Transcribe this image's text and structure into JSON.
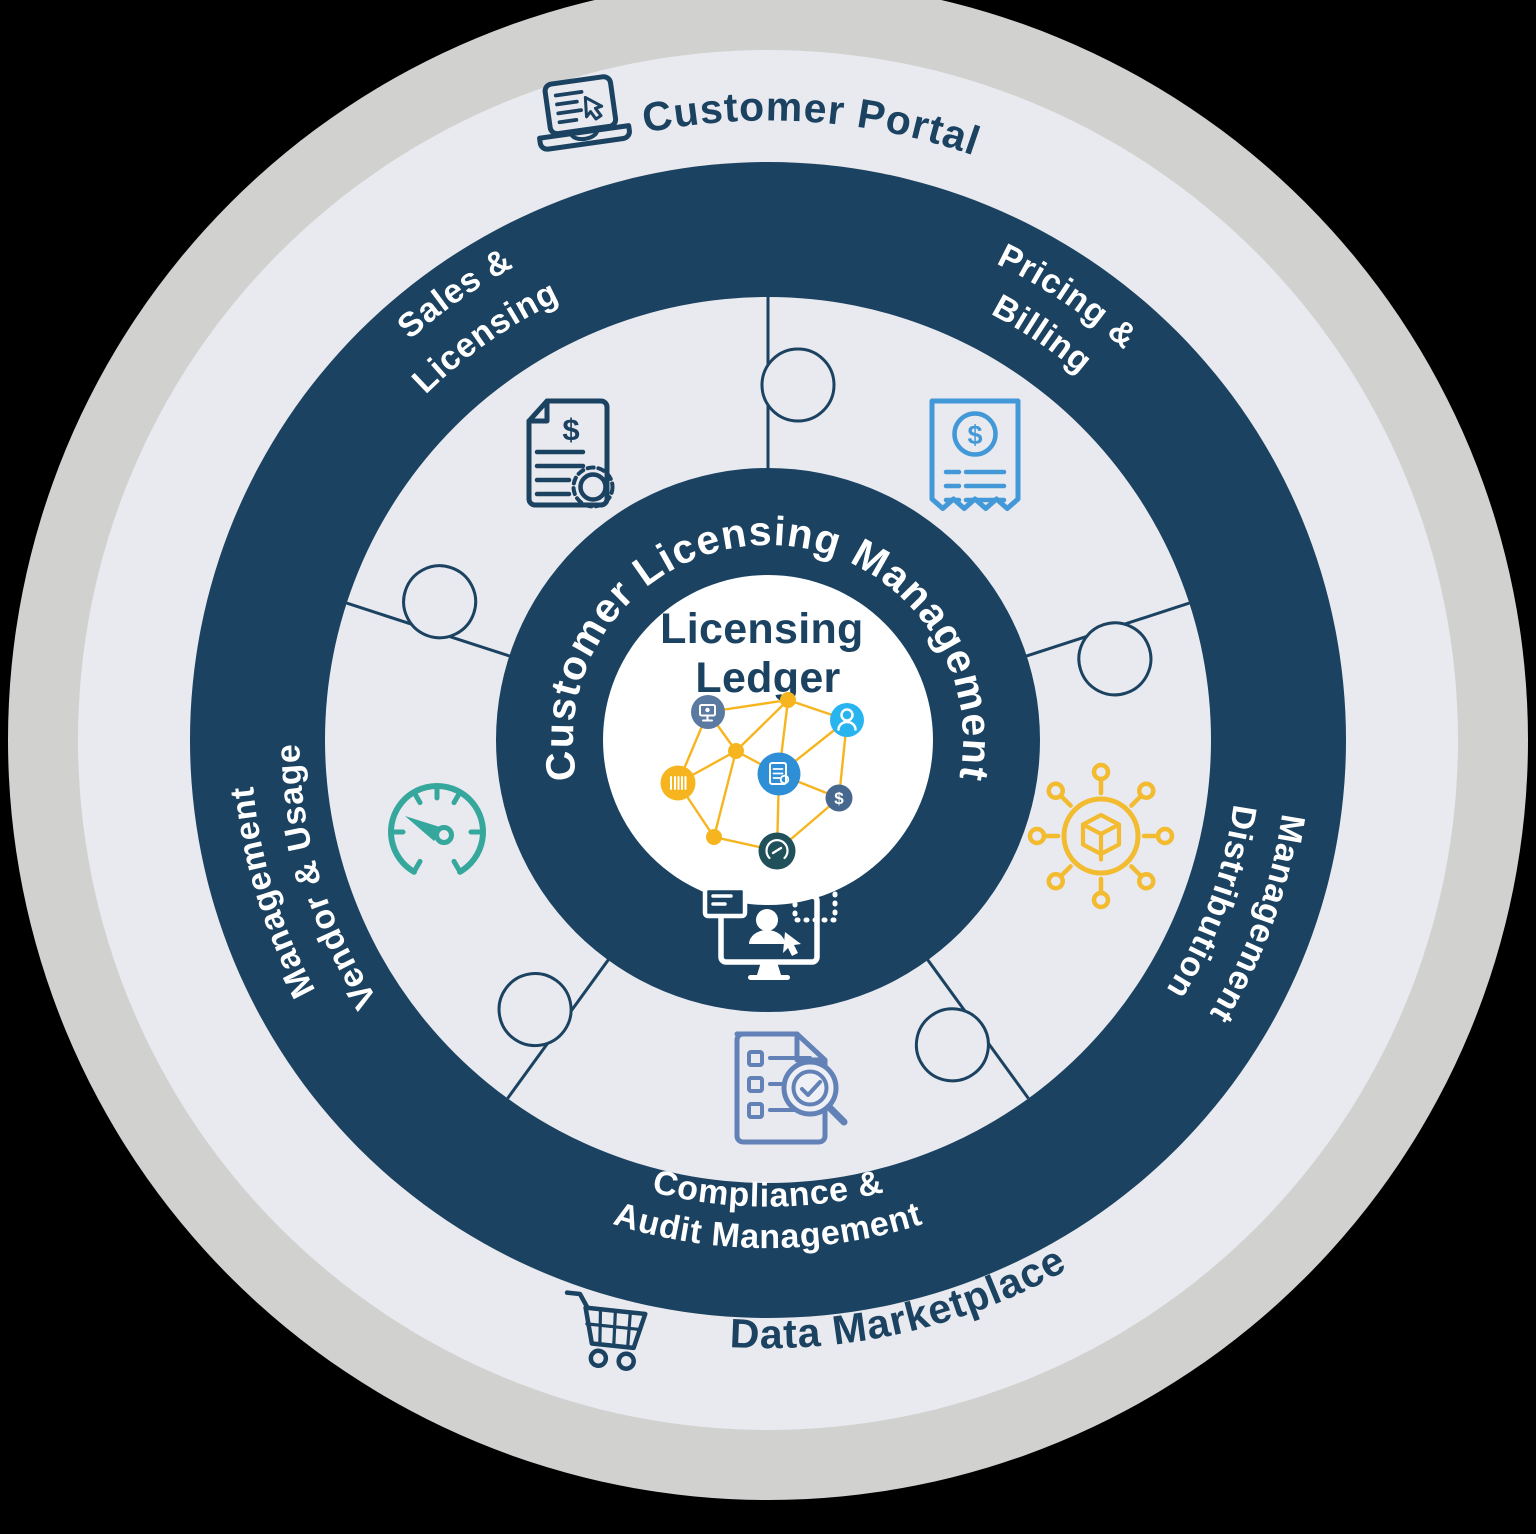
{
  "outer_ring": {
    "top_label": "Customer Portal",
    "bottom_label": "Data Marketplace"
  },
  "mid_ring_labels": {
    "sales": {
      "line1": "Sales &",
      "line2": "Licensing"
    },
    "pricing": {
      "line1": "Pricing &",
      "line2": "Billing"
    },
    "distribution": {
      "line1": "Distribution",
      "line2": "Management"
    },
    "compliance": {
      "line1": "Compliance &",
      "line2": "Audit Management"
    },
    "vendor": {
      "line1": "Vendor & Usage",
      "line2": "Management"
    }
  },
  "inner_ring": {
    "label": "Customer Licensing Management"
  },
  "center": {
    "line1": "Licensing",
    "line2": "Ledger"
  },
  "glyphs": {
    "dollar": "$"
  },
  "icons": {
    "top": "laptop-browser-icon",
    "bottom": "shopping-cart-icon",
    "sales": "license-certificate-icon",
    "pricing": "invoice-receipt-icon",
    "vendor": "usage-gauge-icon",
    "distribution": "package-distribution-icon",
    "compliance": "audit-checklist-magnifier-icon",
    "inner_bottom": "customer-screen-icon",
    "center": "ledger-network-icon"
  },
  "colors": {
    "navy": "#1b4261",
    "outer_gray": "#d1d1d0",
    "light_ring": "#e9eaef",
    "white": "#ffffff",
    "invoice_blue": "#4398d8",
    "compliance_blue": "#6281b6",
    "gauge_teal": "#35a79c",
    "distribution_yellow": "#f2bb30",
    "network_yellow": "#f6b51f",
    "node_slate": "#5a7aa2",
    "node_cyan": "#27b4ef",
    "node_blue": "#2e8fd7",
    "node_dark_slate": "#47688e",
    "node_teal": "#20505a"
  }
}
